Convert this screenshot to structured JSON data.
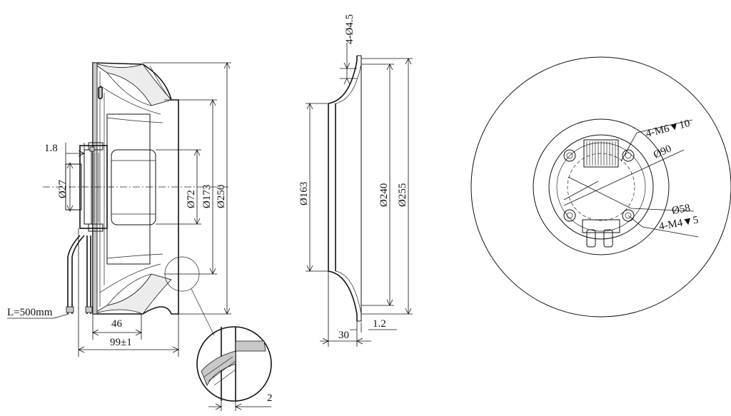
{
  "labels": {
    "side_length": "1.8",
    "side_shaft": "Ø27",
    "side_cable": "L=500mm",
    "side_w46": "46",
    "side_w99": "99±1",
    "side_d72": "Ø72",
    "side_d173": "Ø173",
    "side_d250": "Ø250",
    "detail_thickness": "2",
    "ring_holes": "4-Ø4.5",
    "ring_d163": "Ø163",
    "ring_d240": "Ø240",
    "ring_d255": "Ø255",
    "ring_w30": "30",
    "ring_t12": "1.2",
    "front_m6": "4-M6▼10",
    "front_d90": "Ø90",
    "front_d58": "Ø58",
    "front_m4": "4-M4▼5"
  }
}
